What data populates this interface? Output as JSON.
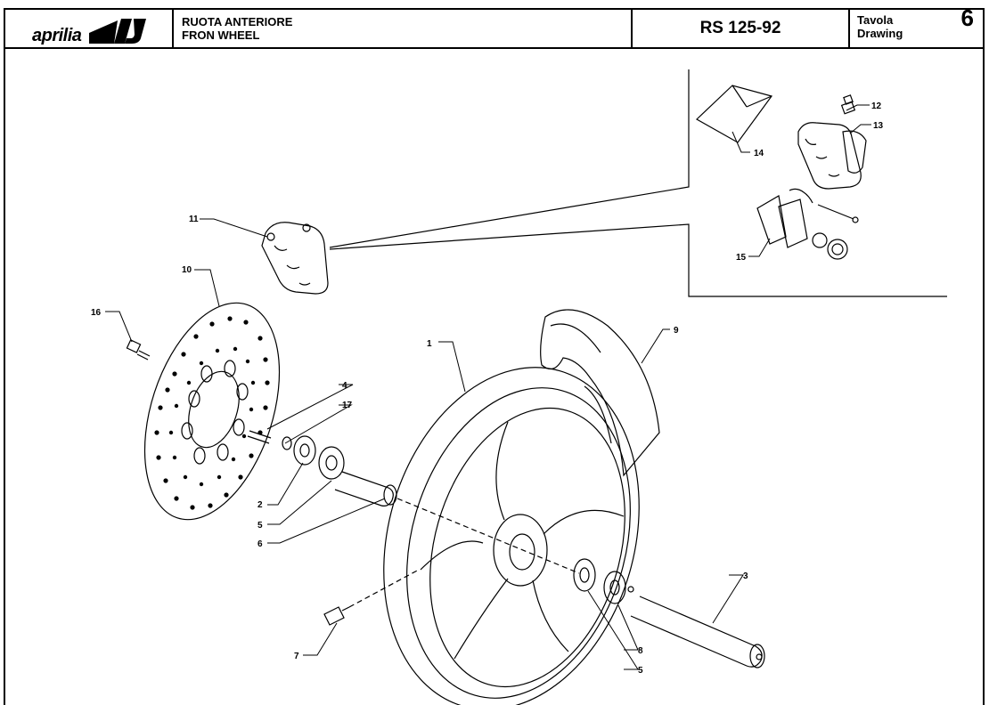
{
  "header": {
    "brand": "aprilia",
    "title_it": "RUOTA ANTERIORE",
    "title_en": "FRON WHEEL",
    "model": "RS 125-92",
    "sheet_label_it": "Tavola",
    "sheet_label_en": "Drawing",
    "sheet_number": "6"
  },
  "callouts": [
    {
      "id": "c1",
      "text": "1"
    },
    {
      "id": "c2",
      "text": "2"
    },
    {
      "id": "c3",
      "text": "3"
    },
    {
      "id": "c4",
      "text": "4"
    },
    {
      "id": "c5a",
      "text": "5"
    },
    {
      "id": "c5b",
      "text": "5"
    },
    {
      "id": "c6",
      "text": "6"
    },
    {
      "id": "c7",
      "text": "7"
    },
    {
      "id": "c8",
      "text": "8"
    },
    {
      "id": "c9",
      "text": "9"
    },
    {
      "id": "c10",
      "text": "10"
    },
    {
      "id": "c11",
      "text": "11"
    },
    {
      "id": "c12",
      "text": "12"
    },
    {
      "id": "c13",
      "text": "13"
    },
    {
      "id": "c14",
      "text": "14"
    },
    {
      "id": "c15",
      "text": "15"
    },
    {
      "id": "c16",
      "text": "16"
    },
    {
      "id": "c17",
      "text": "17"
    }
  ]
}
